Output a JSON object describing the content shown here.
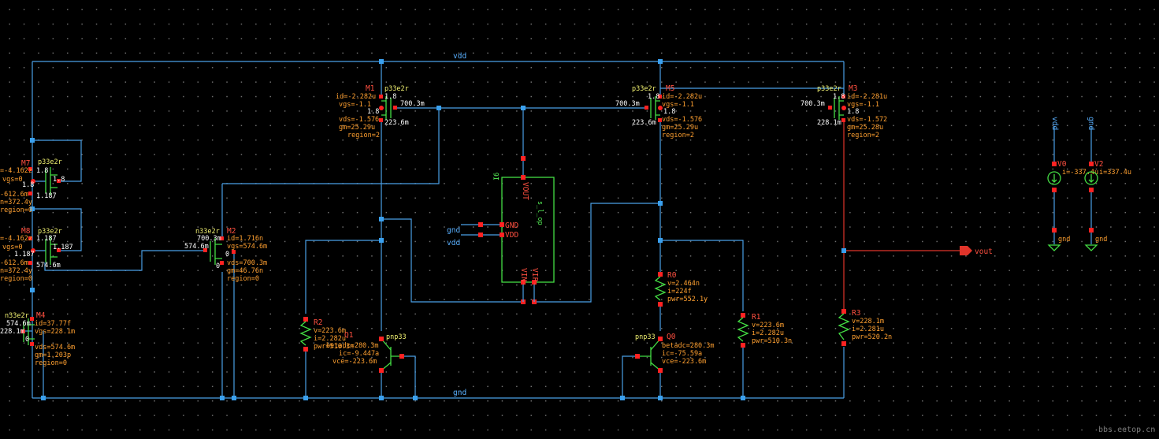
{
  "nets": {
    "vdd_top": "vdd",
    "gnd_bottom": "gnd",
    "gnd_in": "gnd",
    "vdd_in": "vdd",
    "vout": "vout",
    "src_vdd": "vdd",
    "src_gnd": "gnd",
    "gnd_a": "gnd",
    "gnd_b": "gnd"
  },
  "devices": {
    "M7": {
      "name": "M7",
      "model": "p33e2r",
      "w": "1.8",
      "l": "1.8",
      "m": "1.8",
      "p1": "=-4.162z",
      "p2": "vgs=0",
      "p3": "-612.6m",
      "p4": "n=372.4y",
      "p5": "region=0",
      "v1": "1.187"
    },
    "M8": {
      "name": "M8",
      "model": "p33e2r",
      "w": "1.187",
      "l": "1.187",
      "p1": "=-4.162z",
      "p2": "vgs=0",
      "p3": "-612.6m",
      "p4": "n=372.4y",
      "p5": "region=0",
      "v1": "574.6m",
      "v2": "1.187"
    },
    "M4": {
      "name": "M4",
      "model": "n33e2r",
      "v1": "574.6m",
      "v2": "228.1m",
      "v3": "0",
      "p1": "id=37.77f",
      "p2": "vgs=228.1m",
      "p3": "vds=574.6m",
      "p4": "gm=1.203p",
      "p5": "region=0"
    },
    "M2": {
      "name": "M2",
      "model": "n33e2r",
      "v1": "700.3m",
      "v2": "574.6m",
      "v3": "0",
      "v4": "0",
      "p1": "id=1.716n",
      "p2": "vgs=574.6m",
      "p3": "vds=700.3m",
      "p4": "gm=46.76n",
      "p5": "region=0"
    },
    "M1": {
      "name": "M1",
      "model": "p33e2r",
      "v1": "1.8",
      "v2": "1.8",
      "v3": "700.3m",
      "v4": "223.6m",
      "p1": "id=-2.282u",
      "p2": "vgs=-1.1",
      "p3": "vds=-1.576",
      "p4": "gm=25.29u",
      "p5": "region=2"
    },
    "M5": {
      "name": "M5",
      "model": "p33e2r",
      "v1": "1.8",
      "v2": "1.8",
      "v3": "700.3m",
      "v4": "223.6m",
      "p1": "id=-2.282u",
      "p2": "vgs=-1.1",
      "p3": "vds=-1.576",
      "p4": "gm=25.29u",
      "p5": "region=2"
    },
    "M3": {
      "name": "M3",
      "model": "p33e2r",
      "v1": "1.8",
      "v2": "1.8",
      "v3": "700.3m",
      "v4": "228.1m",
      "p1": "id=-2.281u",
      "p2": "vgs=-1.1",
      "p3": "vds=-1.572",
      "p4": "gm=25.28u",
      "p5": "region=2"
    },
    "I6": {
      "name": "I6",
      "cell": "s_l_op",
      "pins": {
        "vout": "VOUT",
        "gnd": "GND",
        "vdd": "VDD",
        "vin": "VIN-",
        "vip": "VIP-"
      }
    },
    "R2": {
      "name": "R2",
      "p1": "v=223.6m",
      "p2": "i=2.282u",
      "p3": "pwr=510.3n"
    },
    "R0": {
      "name": "R0",
      "p1": "v=2.464n",
      "p2": "i=224f",
      "p3": "pwr=552.1y"
    },
    "R1": {
      "name": "R1",
      "p1": "v=223.6m",
      "p2": "i=2.282u",
      "p3": "pwr=510.3n"
    },
    "R3": {
      "name": "R3",
      "p1": "v=228.1m",
      "p2": "i=2.281u",
      "p3": "pwr=520.2n"
    },
    "Q1": {
      "name": "Q1",
      "model": "pnp33",
      "p1": "betadc=280.3m",
      "p2": "ic=-9.447a",
      "p3": "vce=-223.6m"
    },
    "Q0": {
      "name": "Q0",
      "model": "pnp33",
      "p1": "betadc=280.3m",
      "p2": "ic=-75.59a",
      "p3": "vce=-223.6m"
    },
    "V0": {
      "name": "V0",
      "p1": "i=-337.4u"
    },
    "V2": {
      "name": "V2",
      "p1": "i=337.4u"
    }
  },
  "watermark": "bbs.eetop.cn",
  "colors": {
    "wire": "#4a9fe6",
    "device": "#44dd44",
    "pin": "#ff2222",
    "label": "#ffa030",
    "model": "#f0f070",
    "net": "#59b0ff",
    "output": "#e0342a"
  }
}
